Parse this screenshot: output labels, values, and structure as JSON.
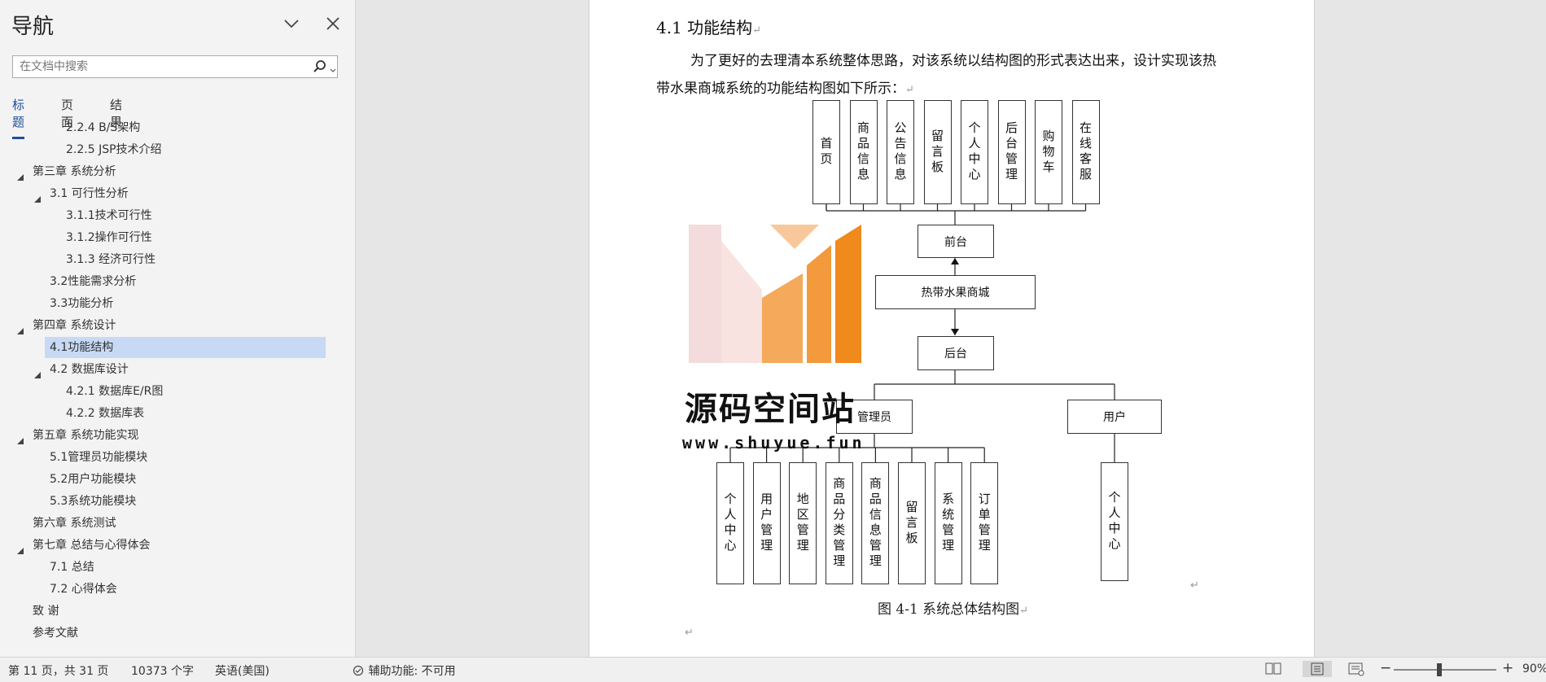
{
  "nav": {
    "title": "导航",
    "search_placeholder": "在文档中搜索",
    "tabs": [
      "标题",
      "页面",
      "结果"
    ],
    "outline": [
      {
        "label": "2.2.4 B/S架构",
        "level": 3,
        "has_toggle": false,
        "selected": false
      },
      {
        "label": "2.2.5 JSP技术介绍",
        "level": 3,
        "has_toggle": false,
        "selected": false
      },
      {
        "label": "第三章 系统分析",
        "level": 1,
        "has_toggle": true,
        "selected": false
      },
      {
        "label": "3.1 可行性分析",
        "level": 2,
        "has_toggle": true,
        "selected": false
      },
      {
        "label": "3.1.1技术可行性",
        "level": 3,
        "has_toggle": false,
        "selected": false
      },
      {
        "label": "3.1.2操作可行性",
        "level": 3,
        "has_toggle": false,
        "selected": false
      },
      {
        "label": "3.1.3 经济可行性",
        "level": 3,
        "has_toggle": false,
        "selected": false
      },
      {
        "label": "3.2性能需求分析",
        "level": 2,
        "has_toggle": false,
        "selected": false
      },
      {
        "label": "3.3功能分析",
        "level": 2,
        "has_toggle": false,
        "selected": false
      },
      {
        "label": "第四章 系统设计",
        "level": 1,
        "has_toggle": true,
        "selected": false
      },
      {
        "label": "4.1功能结构",
        "level": 2,
        "has_toggle": false,
        "selected": true
      },
      {
        "label": "4.2 数据库设计",
        "level": 2,
        "has_toggle": true,
        "selected": false
      },
      {
        "label": "4.2.1 数据库E/R图",
        "level": 3,
        "has_toggle": false,
        "selected": false
      },
      {
        "label": "4.2.2 数据库表",
        "level": 3,
        "has_toggle": false,
        "selected": false
      },
      {
        "label": "第五章 系统功能实现",
        "level": 1,
        "has_toggle": true,
        "selected": false
      },
      {
        "label": "5.1管理员功能模块",
        "level": 2,
        "has_toggle": false,
        "selected": false
      },
      {
        "label": "5.2用户功能模块",
        "level": 2,
        "has_toggle": false,
        "selected": false
      },
      {
        "label": "5.3系统功能模块",
        "level": 2,
        "has_toggle": false,
        "selected": false
      },
      {
        "label": "第六章 系统测试",
        "level": 1,
        "has_toggle": false,
        "selected": false
      },
      {
        "label": "第七章 总结与心得体会",
        "level": 1,
        "has_toggle": true,
        "selected": false
      },
      {
        "label": "7.1 总结",
        "level": 2,
        "has_toggle": false,
        "selected": false
      },
      {
        "label": "7.2 心得体会",
        "level": 2,
        "has_toggle": false,
        "selected": false
      },
      {
        "label": "致 谢",
        "level": 1,
        "has_toggle": false,
        "selected": false
      },
      {
        "label": "参考文献",
        "level": 1,
        "has_toggle": false,
        "selected": false
      }
    ]
  },
  "doc": {
    "heading": "4.1 功能结构",
    "para_line1": "为了更好的去理清本系统整体思路，对该系统以结构图的形式表达出来，设计实现该热",
    "para_line2": "带水果商城系统的功能结构图如下所示：",
    "paragraph_mark": "↵",
    "caption": "图 4-1  系统总体结构图",
    "org": {
      "root": "热带水果商城",
      "front": "前台",
      "back": "后台",
      "front_modules": [
        "首页",
        "商品信息",
        "公告信息",
        "留言板",
        "个人中心",
        "后台管理",
        "购物车",
        "在线客服"
      ],
      "admin": "管理员",
      "user": "用户",
      "admin_modules": [
        "个人中心",
        "用户管理",
        "地区管理",
        "商品分类管理",
        "商品信息管理",
        "留言板",
        "系统管理",
        "订单管理"
      ],
      "user_modules": [
        "个人中心"
      ]
    },
    "watermark": {
      "name": "源码空间站",
      "url": "www.shuyue.fun"
    }
  },
  "status": {
    "page": "第 11 页，共 31 页",
    "words": "10373 个字",
    "language": "英语(美国)",
    "accessibility": "辅助功能: 不可用",
    "zoom": "90%",
    "zoom_minus": "−",
    "zoom_plus": "+"
  },
  "colors": {
    "accent": "#1e4f9c",
    "selection": "#c7d9f4",
    "watermark_orange": "#f08a1c"
  }
}
